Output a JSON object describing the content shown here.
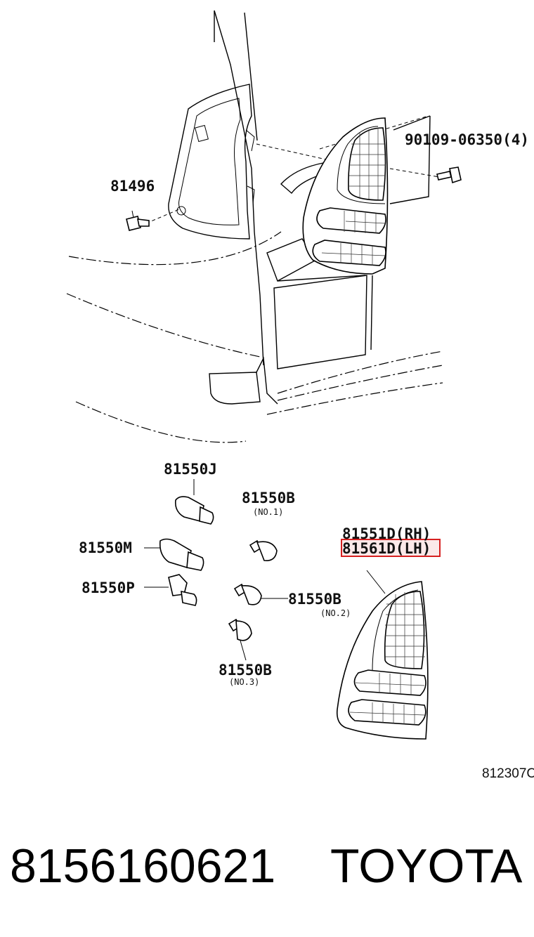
{
  "labels": {
    "bolt": "90109-06350(4)",
    "clip": "81496",
    "socket_j": "81550J",
    "socket_m": "81550M",
    "socket_p": "81550P",
    "bulb_1": "81550B",
    "bulb_1_sub": "(NO.1)",
    "bulb_2": "81550B",
    "bulb_2_sub": "(NO.2)",
    "bulb_3": "81550B",
    "bulb_3_sub": "(NO.3)",
    "lamp_rh": "81551D(RH)",
    "lamp_lh": "81561D(LH)",
    "drawing_code": "812307C"
  },
  "footer": {
    "part_number": "8156160621",
    "brand": "TOYOTA"
  },
  "colors": {
    "highlight": "#d62020",
    "ink": "#000000"
  }
}
